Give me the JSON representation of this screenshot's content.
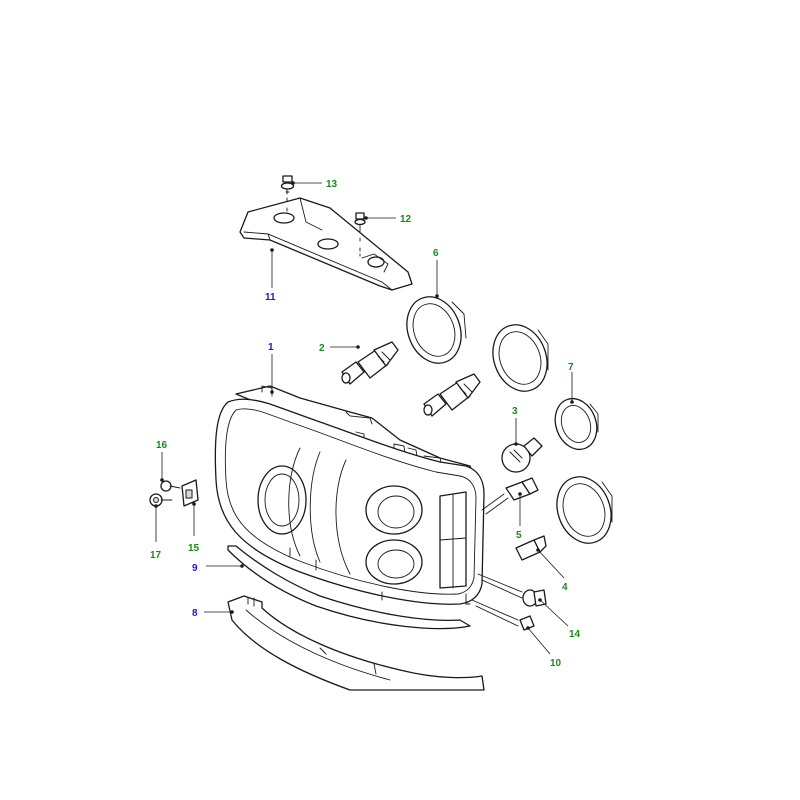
{
  "diagram": {
    "colors": {
      "callout_blue": "#1a1ac8",
      "callout_green": "#1a8a1a",
      "line": "#1a1a1a"
    },
    "callouts": [
      {
        "id": "c1",
        "label": "1",
        "color": "blue"
      },
      {
        "id": "c2",
        "label": "2",
        "color": "green"
      },
      {
        "id": "c3",
        "label": "3",
        "color": "green"
      },
      {
        "id": "c4",
        "label": "4",
        "color": "green"
      },
      {
        "id": "c5",
        "label": "5",
        "color": "green"
      },
      {
        "id": "c6",
        "label": "6",
        "color": "green"
      },
      {
        "id": "c7",
        "label": "7",
        "color": "green"
      },
      {
        "id": "c8",
        "label": "8",
        "color": "blue"
      },
      {
        "id": "c9",
        "label": "9",
        "color": "blue"
      },
      {
        "id": "c10",
        "label": "10",
        "color": "green"
      },
      {
        "id": "c11",
        "label": "11",
        "color": "blue"
      },
      {
        "id": "c12",
        "label": "12",
        "color": "green"
      },
      {
        "id": "c13",
        "label": "13",
        "color": "green"
      },
      {
        "id": "c14",
        "label": "14",
        "color": "green"
      },
      {
        "id": "c15",
        "label": "15",
        "color": "green"
      },
      {
        "id": "c16",
        "label": "16",
        "color": "green"
      },
      {
        "id": "c17",
        "label": "17",
        "color": "green"
      }
    ]
  }
}
